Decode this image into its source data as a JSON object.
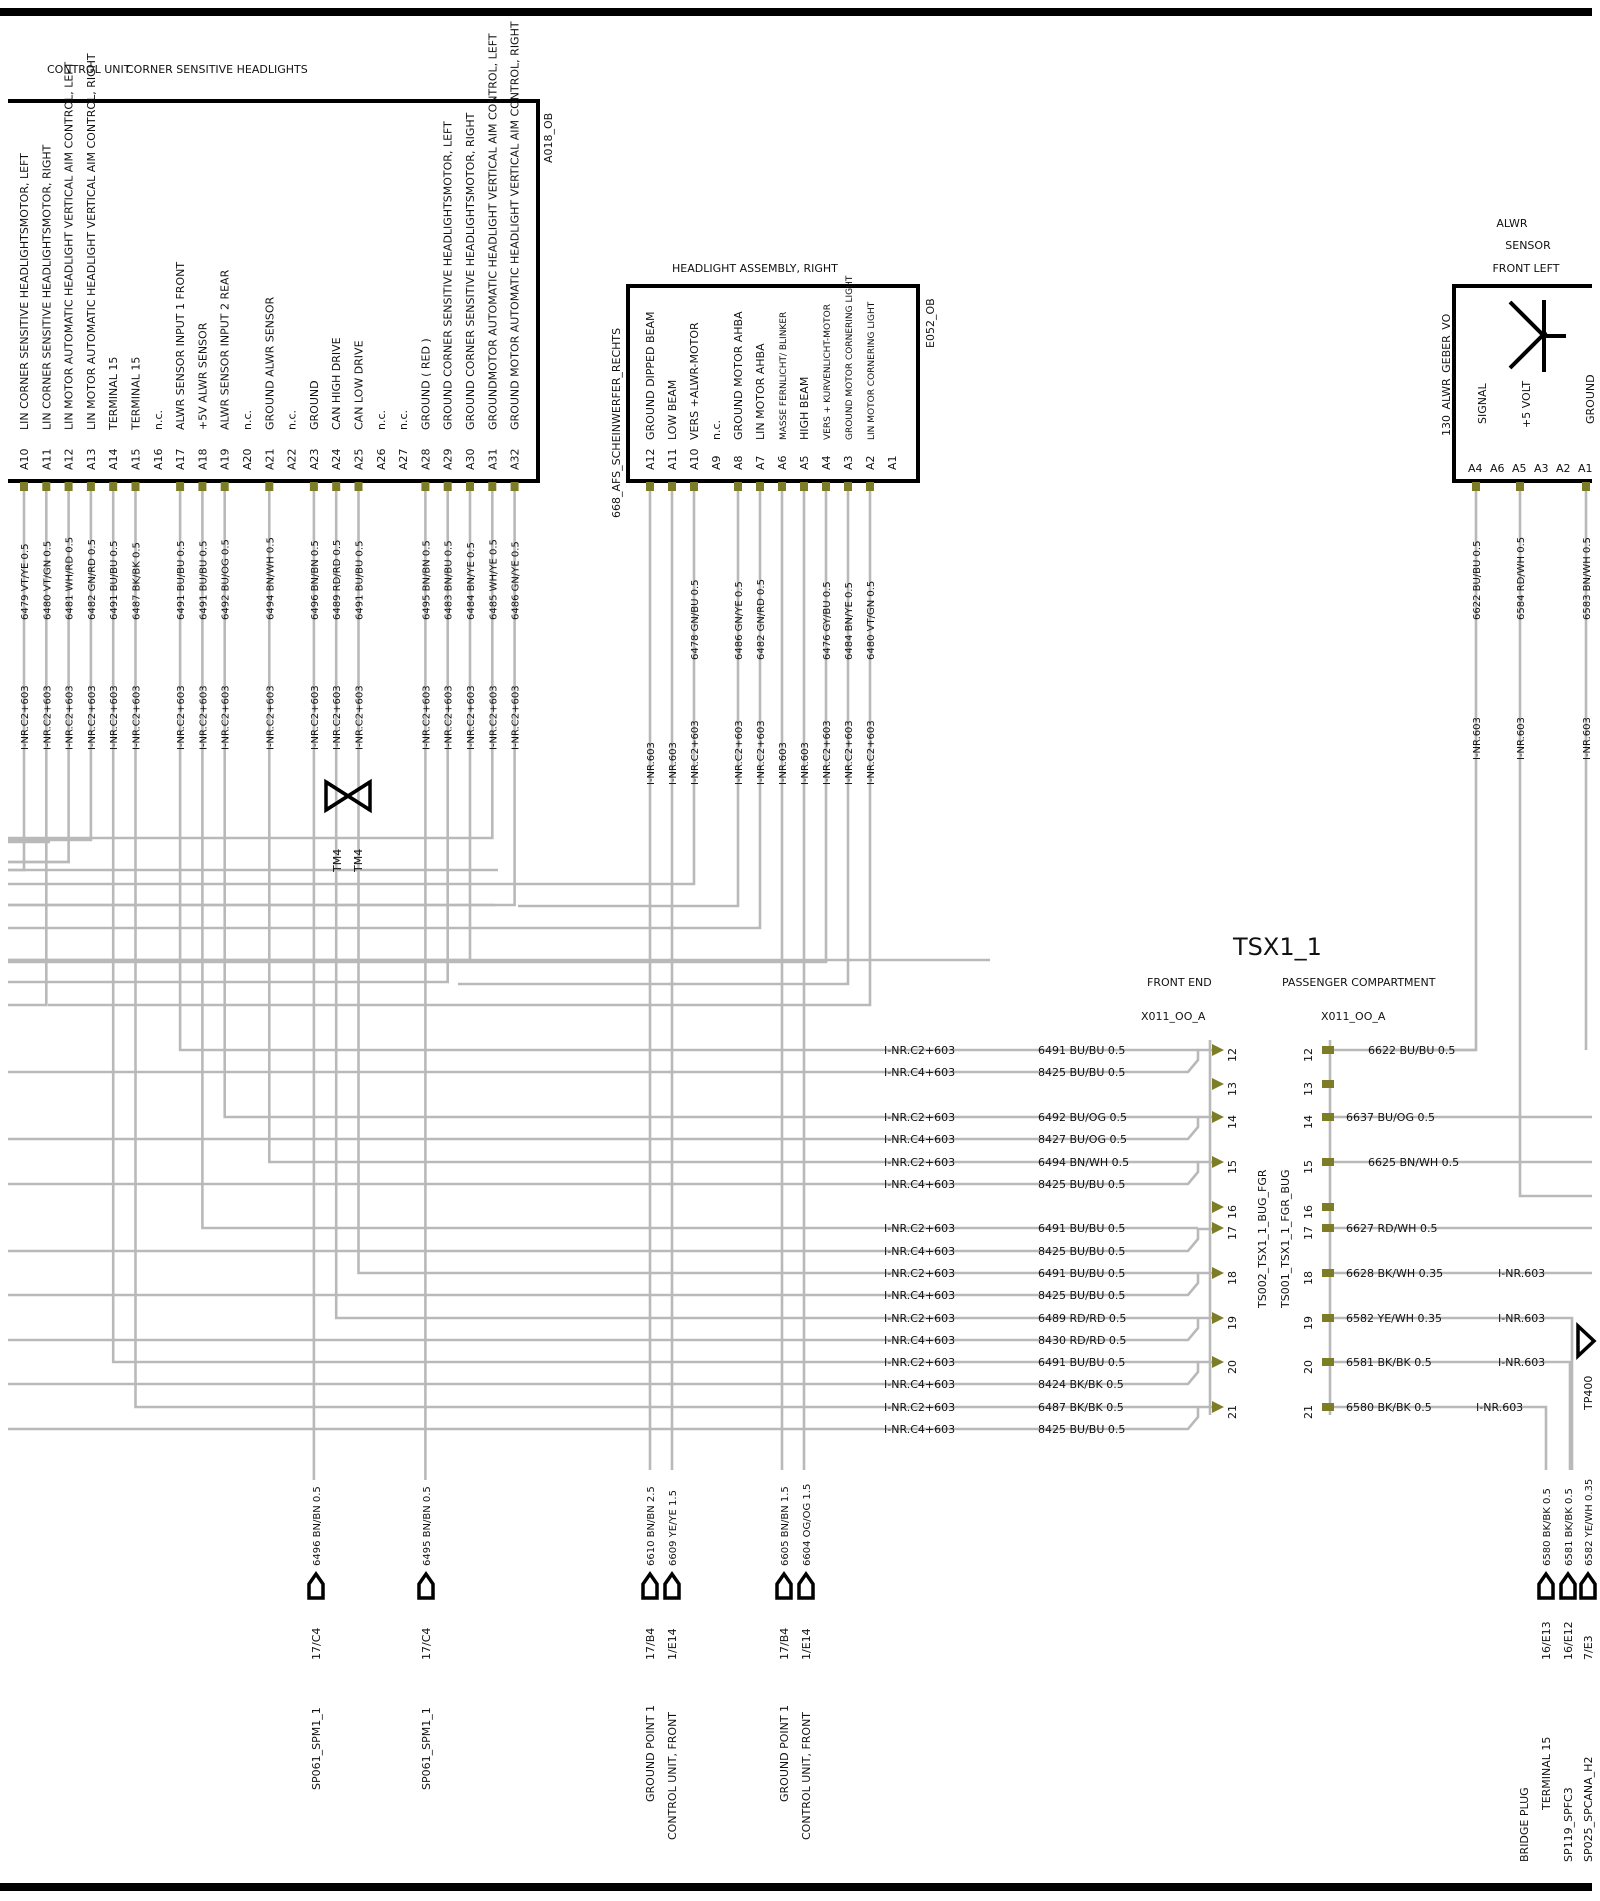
{
  "control_unit": {
    "title": "CONTROL UNIT",
    "title2": "CORNER SENSITIVE HEADLIGHTS",
    "ref": "A018_OB",
    "pins": [
      {
        "pin": "A10",
        "desc": "LIN  CORNER SENSITIVE HEADLIGHTSMOTOR, LEFT",
        "wire": "6479 VT/YE 0.5",
        "inr": "I-NR.C2+603"
      },
      {
        "pin": "A11",
        "desc": "LIN  CORNER SENSITIVE HEADLIGHTSMOTOR, RIGHT",
        "wire": "6480 VT/GN 0.5",
        "inr": "I-NR.C2+603"
      },
      {
        "pin": "A12",
        "desc": "LIN  MOTOR AUTOMATIC HEADLIGHT VERTICAL AIM CONTROL, LEFT",
        "wire": "6481 WH/RD 0.5",
        "inr": "I-NR.C2+603"
      },
      {
        "pin": "A13",
        "desc": "LIN  MOTOR AUTOMATIC HEADLIGHT VERTICAL AIM CONTROL, RIGHT",
        "wire": "6482 GN/RD 0.5",
        "inr": "I-NR.C2+603"
      },
      {
        "pin": "A14",
        "desc": "TERMINAL 15",
        "wire": "6491 BU/BU 0.5",
        "inr": "I-NR.C2+603"
      },
      {
        "pin": "A15",
        "desc": "TERMINAL 15",
        "wire": "6487 BK/BK 0.5",
        "inr": "I-NR.C2+603"
      },
      {
        "pin": "A16",
        "desc": "n.c.",
        "wire": "",
        "inr": ""
      },
      {
        "pin": "A17",
        "desc": "ALWR SENSOR INPUT  1  FRONT",
        "wire": "6491 BU/BU 0.5",
        "inr": "I-NR.C2+603"
      },
      {
        "pin": "A18",
        "desc": "+5V ALWR SENSOR",
        "wire": "6491 BU/BU 0.5",
        "inr": "I-NR.C2+603"
      },
      {
        "pin": "A19",
        "desc": "ALWR SENSOR INPUT  2  REAR",
        "wire": "6492 BU/OG 0.5",
        "inr": "I-NR.C2+603"
      },
      {
        "pin": "A20",
        "desc": "n.c.",
        "wire": "",
        "inr": ""
      },
      {
        "pin": "A21",
        "desc": "GROUND ALWR SENSOR",
        "wire": "6494 BN/WH 0.5",
        "inr": "I-NR.C2+603"
      },
      {
        "pin": "A22",
        "desc": "n.c.",
        "wire": "",
        "inr": ""
      },
      {
        "pin": "A23",
        "desc": "GROUND",
        "wire": "6496 BN/BN 0.5",
        "inr": "I-NR.C2+603"
      },
      {
        "pin": "A24",
        "desc": "CAN HIGH DRIVE",
        "wire": "6489 RD/RD 0.5",
        "inr": "I-NR.C2+603"
      },
      {
        "pin": "A25",
        "desc": "CAN LOW DRIVE",
        "wire": "6491 BU/BU 0.5",
        "inr": "I-NR.C2+603"
      },
      {
        "pin": "A26",
        "desc": "n.c.",
        "wire": "",
        "inr": ""
      },
      {
        "pin": "A27",
        "desc": "n.c.",
        "wire": "",
        "inr": ""
      },
      {
        "pin": "A28",
        "desc": "GROUND   ( RED )",
        "wire": "6495 BN/BN 0.5",
        "inr": "I-NR.C2+603"
      },
      {
        "pin": "A29",
        "desc": "GROUND  CORNER SENSITIVE HEADLIGHTSMOTOR, LEFT",
        "wire": "6483 BN/BU 0.5",
        "inr": "I-NR.C2+603"
      },
      {
        "pin": "A30",
        "desc": "GROUND  CORNER SENSITIVE HEADLIGHTSMOTOR, RIGHT",
        "wire": "6484 BN/YE 0.5",
        "inr": "I-NR.C2+603"
      },
      {
        "pin": "A31",
        "desc": "GROUNDMOTOR AUTOMATIC HEADLIGHT VERTICAL AIM CONTROL, LEFT",
        "wire": "6485 WH/YE 0.5",
        "inr": "I-NR.C2+603"
      },
      {
        "pin": "A32",
        "desc": "GROUND MOTOR AUTOMATIC HEADLIGHT VERTICAL AIM CONTROL, RIGHT",
        "wire": "6486 GN/YE 0.5",
        "inr": "I-NR.C2+603"
      }
    ]
  },
  "twist_labels": [
    "TM4",
    "TM4"
  ],
  "headlight": {
    "title": "HEADLIGHT ASSEMBLY, RIGHT",
    "ref": "E052_OB",
    "side_label": "668_AFS_SCHEINWERFER_RECHTS",
    "pins": [
      {
        "pin": "A12",
        "desc": "GROUND DIPPED BEAM",
        "wire": "",
        "inr": "I-NR.603"
      },
      {
        "pin": "A11",
        "desc": "LOW BEAM",
        "wire": "",
        "inr": "I-NR.603"
      },
      {
        "pin": "A10",
        "desc": "VERS +ALWR-MOTOR",
        "wire": "6478 GN/BU 0.5",
        "inr": "I-NR.C2+603"
      },
      {
        "pin": "A9",
        "desc": "n.c.",
        "wire": "",
        "inr": ""
      },
      {
        "pin": "A8",
        "desc": "GROUND MOTOR AHBA",
        "wire": "6486 GN/YE 0.5",
        "inr": "I-NR.C2+603"
      },
      {
        "pin": "A7",
        "desc": "LIN MOTOR AHBA",
        "wire": "6482 GN/RD 0.5",
        "inr": "I-NR.C2+603"
      },
      {
        "pin": "A6",
        "desc": "MASSE FERNLICHT/ BLINKER",
        "wire": "",
        "inr": "I-NR.603"
      },
      {
        "pin": "A5",
        "desc": "HIGH BEAM",
        "wire": "",
        "inr": "I-NR.603"
      },
      {
        "pin": "A4",
        "desc": "VERS + KURVENLICHT-MOTOR",
        "wire": "6476 GY/BU 0.5",
        "inr": "I-NR.C2+603"
      },
      {
        "pin": "A3",
        "desc": "GROUND MOTOR CORNERING LIGHT",
        "wire": "6484 BN/YE 0.5",
        "inr": "I-NR.C2+603"
      },
      {
        "pin": "A2",
        "desc": "LIN MOTOR CORNERING LIGHT",
        "wire": "6480 VT/GN 0.5",
        "inr": "I-NR.C2+603"
      },
      {
        "pin": "A1",
        "desc": "",
        "wire": "",
        "inr": ""
      }
    ]
  },
  "alwr": {
    "title_lines": [
      "ALWR",
      "SENSOR",
      "FRONT LEFT"
    ],
    "ref": "130_ALWR_GEBER_VO",
    "pin_descs": [
      "SIGNAL",
      "+5 VOLT",
      "GROUND"
    ],
    "pins": [
      "A4",
      "A6",
      "A5",
      "A3",
      "A2",
      "A1"
    ],
    "wires": [
      {
        "wire": "6622 BU/BU 0.5",
        "inr": "I-NR.603"
      },
      {
        "wire": "6584 RD/WH 0.5",
        "inr": "I-NR.603"
      },
      {
        "wire": "6583 BN/WH 0.5",
        "inr": "I-NR.603"
      }
    ]
  },
  "tsx": {
    "title": "TSX1_1",
    "front_label": "FRONT END",
    "passenger_label": "PASSENGER COMPARTMENT",
    "front_conn": "X011_OO_A",
    "pass_conn": "X011_OO_A",
    "vlabel1": "TS002_TSX1_1_BUG_FGR",
    "vlabel2": "TS001_TSX1_1_FGR_BUG",
    "front_pins": [
      "12",
      "13",
      "14",
      "15",
      "16",
      "17",
      "18",
      "19",
      "20",
      "21"
    ],
    "pass_pins": [
      "12",
      "13",
      "14",
      "15",
      "16",
      "17",
      "18",
      "19",
      "20",
      "21"
    ],
    "left_rows": [
      {
        "inr": "I-NR.C2+603",
        "wire": "6491 BU/BU 0.5"
      },
      {
        "inr": "I-NR.C4+603",
        "wire": "8425 BU/BU 0.5"
      },
      {
        "inr": "I-NR.C2+603",
        "wire": "6492 BU/OG 0.5"
      },
      {
        "inr": "I-NR.C4+603",
        "wire": "8427 BU/OG 0.5"
      },
      {
        "inr": "I-NR.C2+603",
        "wire": "6494 BN/WH 0.5"
      },
      {
        "inr": "I-NR.C4+603",
        "wire": "8425 BU/BU 0.5"
      },
      {
        "inr": "I-NR.C2+603",
        "wire": "6491 BU/BU 0.5"
      },
      {
        "inr": "I-NR.C4+603",
        "wire": "8425 BU/BU 0.5"
      },
      {
        "inr": "I-NR.C2+603",
        "wire": "6491 BU/BU 0.5"
      },
      {
        "inr": "I-NR.C4+603",
        "wire": "8425 BU/BU 0.5"
      },
      {
        "inr": "I-NR.C2+603",
        "wire": "6489 RD/RD 0.5"
      },
      {
        "inr": "I-NR.C4+603",
        "wire": "8430 RD/RD 0.5"
      },
      {
        "inr": "I-NR.C2+603",
        "wire": "6491 BU/BU 0.5"
      },
      {
        "inr": "I-NR.C4+603",
        "wire": "8424 BK/BK 0.5"
      },
      {
        "inr": "I-NR.C2+603",
        "wire": "6487 BK/BK 0.5"
      },
      {
        "inr": "I-NR.C4+603",
        "wire": "8425 BU/BU 0.5"
      }
    ],
    "right_rows": [
      {
        "wire": "6622 BU/BU 0.5",
        "inr": ""
      },
      {
        "wire": "6637 BU/OG 0.5",
        "inr": ""
      },
      {
        "wire": "6625 BN/WH 0.5",
        "inr": ""
      },
      {
        "wire": "6627 RD/WH 0.5",
        "inr": ""
      },
      {
        "wire": "6628 BK/WH 0.35",
        "inr": "I-NR.603"
      },
      {
        "wire": "6582 YE/WH 0.35",
        "inr": "I-NR.603"
      },
      {
        "wire": "6581 BK/BK 0.5",
        "inr": "I-NR.603"
      },
      {
        "wire": "6580 BK/BK 0.5",
        "inr": "I-NR.603"
      }
    ],
    "tp_label": "TP400"
  },
  "bottom_connectors": [
    {
      "wire": "6496 BN/BN 0.5",
      "ref": "17/C4",
      "dest": [
        "SP061_SPM1_1"
      ]
    },
    {
      "wire": "6495 BN/BN 0.5",
      "ref": "17/C4",
      "dest": [
        "SP061_SPM1_1"
      ]
    },
    {
      "wire": "6610 BN/BN 2.5",
      "ref": "17/B4",
      "dest": [
        "GROUND POINT 1"
      ]
    },
    {
      "wire": "6609 YE/YE 1.5",
      "ref": "1/E14",
      "dest": [
        "CONTROL UNIT, FRONT"
      ]
    },
    {
      "wire": "6605 BN/BN 1.5",
      "ref": "17/B4",
      "dest": [
        "GROUND POINT 1"
      ]
    },
    {
      "wire": "6604 OG/OG 1.5",
      "ref": "1/E14",
      "dest": [
        "CONTROL UNIT, FRONT"
      ]
    },
    {
      "wire": "6580 BK/BK 0.5",
      "ref": "16/E13",
      "dest": [
        "BRIDGE PLUG",
        "TERMINAL 15"
      ]
    },
    {
      "wire": "6581 BK/BK 0.5",
      "ref": "16/E12",
      "dest": [
        "SP119_SPFC3"
      ]
    },
    {
      "wire": "6582 YE/WH 0.35",
      "ref": "7/E3",
      "dest": [
        "SP025_SPCANA_H2"
      ]
    }
  ]
}
